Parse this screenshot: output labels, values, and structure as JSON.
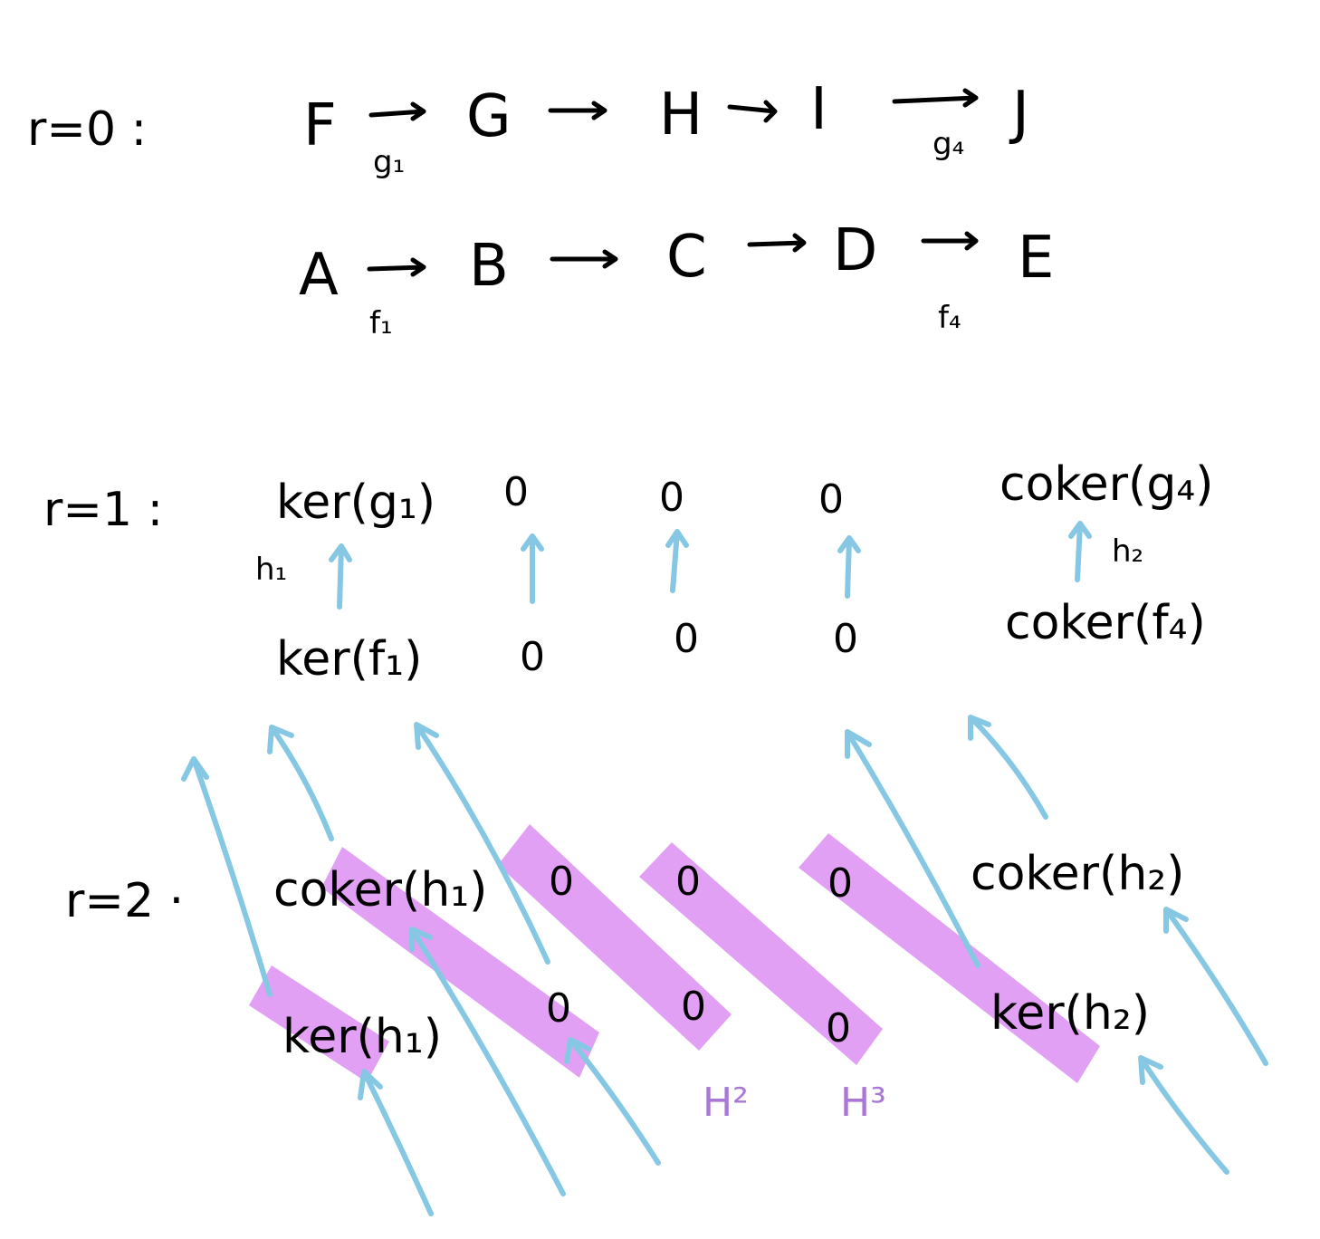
{
  "rows": {
    "r0": {
      "label": "r=0 :",
      "top": [
        "F",
        "G",
        "H",
        "I",
        "J"
      ],
      "top_maps": {
        "first": "g₁",
        "last": "g₄"
      },
      "bottom": [
        "A",
        "B",
        "C",
        "D",
        "E"
      ],
      "bottom_maps": {
        "first": "f₁",
        "last": "f₄"
      }
    },
    "r1": {
      "label": "r=1 :",
      "top": [
        "ker(g₁)",
        "0",
        "0",
        "0",
        "coker(g₄)"
      ],
      "bottom": [
        "ker(f₁)",
        "0",
        "0",
        "0",
        "coker(f₄)"
      ],
      "maps": {
        "left": "h₁",
        "right": "h₂"
      }
    },
    "r2": {
      "label": "r=2 ·",
      "top": [
        "coker(h₁)",
        "0",
        "0",
        "0",
        "coker(h₂)"
      ],
      "bottom": [
        "ker(h₁)",
        "0",
        "0",
        "0",
        "ker(h₂)"
      ],
      "diagonals": [
        "H²",
        "H³"
      ]
    }
  },
  "colors": {
    "ink": "#000000",
    "arrow": "#86c8e3",
    "highlight": "#e2a0f4",
    "highlight_label": "#a977d6"
  }
}
